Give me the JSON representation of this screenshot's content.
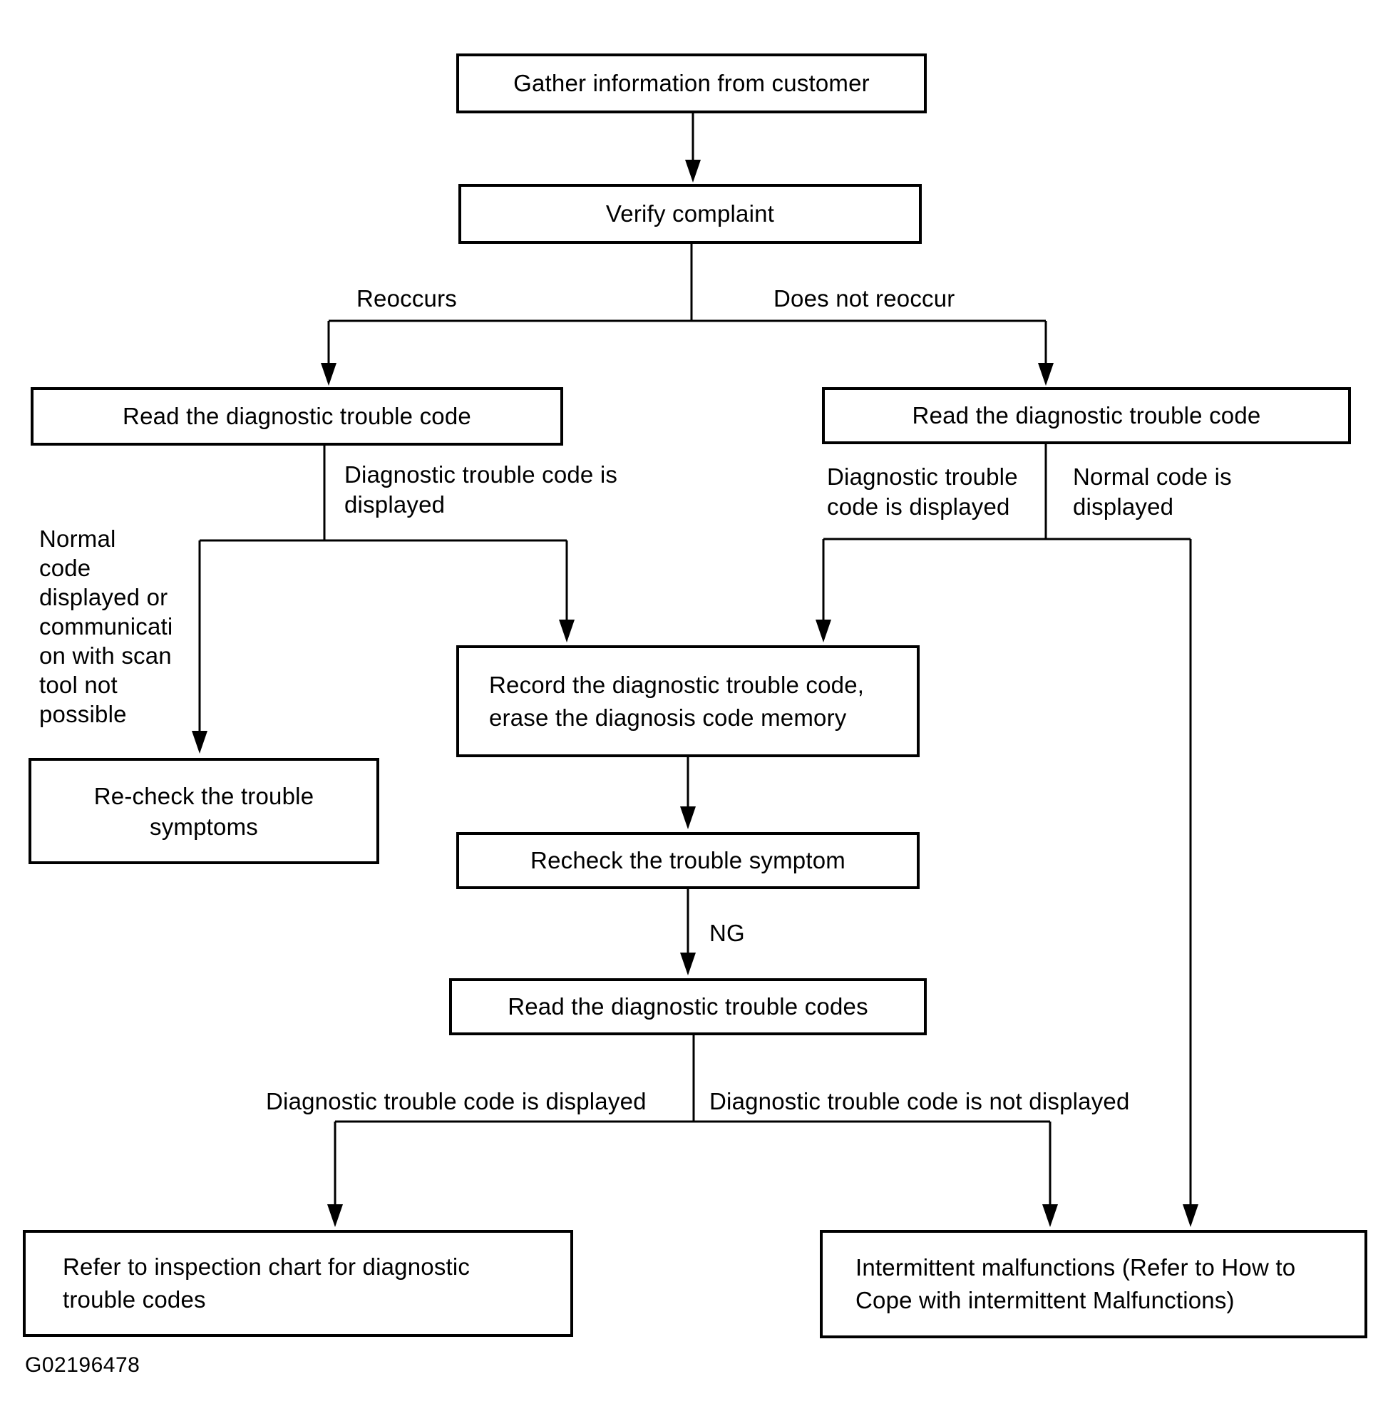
{
  "figure_id": "G02196478",
  "colors": {
    "ink": "#000000",
    "background": "#ffffff"
  },
  "diagram_type": "flowchart",
  "nodes": {
    "gather": {
      "label": "Gather information from customer"
    },
    "verify": {
      "label": "Verify complaint"
    },
    "read_left": {
      "label": "Read the diagnostic trouble code"
    },
    "read_right": {
      "label": "Read the diagnostic trouble code"
    },
    "record": {
      "lines": [
        "Record the diagnostic trouble code,",
        "erase the diagnosis code memory"
      ]
    },
    "recheck_symptom": {
      "label": "Recheck the trouble symptom"
    },
    "read_codes": {
      "label": "Read the diagnostic trouble codes"
    },
    "recheck_trouble": {
      "lines": [
        "Re-check the trouble",
        "symptoms"
      ]
    },
    "refer_chart": {
      "lines": [
        "Refer to inspection chart for diagnostic",
        "trouble codes"
      ]
    },
    "intermittent": {
      "lines": [
        "Intermittent malfunctions (Refer to How to",
        "Cope with intermittent Malfunctions)"
      ]
    }
  },
  "edge_labels": {
    "reoccurs": "Reoccurs",
    "does_not_reoccur": "Does not reoccur",
    "dtc_displayed_left": {
      "lines": [
        "Diagnostic trouble code is",
        "displayed"
      ]
    },
    "normal_or_no_comm": {
      "lines": [
        "Normal",
        "code",
        "displayed or",
        "communicati",
        "on with scan",
        "tool not",
        "possible"
      ]
    },
    "dtc_displayed_right": {
      "lines": [
        "Diagnostic trouble",
        "code is displayed"
      ]
    },
    "normal_code_displayed": {
      "lines": [
        "Normal code is",
        "displayed"
      ]
    },
    "ng": "NG",
    "dtc_displayed_bottom": "Diagnostic trouble code is displayed",
    "dtc_not_displayed_bottom": "Diagnostic trouble code is not displayed"
  }
}
